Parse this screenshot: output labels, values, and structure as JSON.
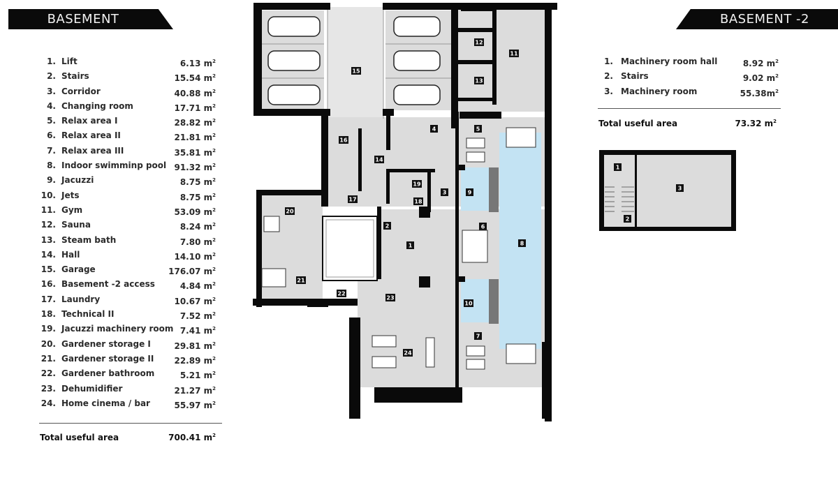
{
  "left_panel": {
    "title": "BASEMENT",
    "rooms": [
      {
        "num": "1.",
        "name": "Lift",
        "area": "6.13 m",
        "unit_sup": "2"
      },
      {
        "num": "2.",
        "name": "Stairs",
        "area": "15.54 m",
        "unit_sup": "2"
      },
      {
        "num": "3.",
        "name": "Corridor",
        "area": "40.88 m",
        "unit_sup": "2"
      },
      {
        "num": "4.",
        "name": "Changing room",
        "area": "17.71 m",
        "unit_sup": "2"
      },
      {
        "num": "5.",
        "name": "Relax area I",
        "area": "28.82 m",
        "unit_sup": "2"
      },
      {
        "num": "6.",
        "name": "Relax area II",
        "area": "21.81 m",
        "unit_sup": "2"
      },
      {
        "num": "7.",
        "name": "Relax area III",
        "area": "35.81 m",
        "unit_sup": "2"
      },
      {
        "num": "8.",
        "name": "Indoor swimminp pool",
        "area": "91.32 m",
        "unit_sup": "2"
      },
      {
        "num": "9.",
        "name": "Jacuzzi",
        "area": "8.75 m",
        "unit_sup": "2"
      },
      {
        "num": "10.",
        "name": "Jets",
        "area": "8.75 m",
        "unit_sup": "2"
      },
      {
        "num": "11.",
        "name": "Gym",
        "area": "53.09 m",
        "unit_sup": "2"
      },
      {
        "num": "12.",
        "name": "Sauna",
        "area": "8.24 m",
        "unit_sup": "2"
      },
      {
        "num": "13.",
        "name": "Steam bath",
        "area": "7.80 m",
        "unit_sup": "2"
      },
      {
        "num": "14.",
        "name": "Hall",
        "area": "14.10 m",
        "unit_sup": "2"
      },
      {
        "num": "15.",
        "name": "Garage",
        "area": "176.07 m",
        "unit_sup": "2"
      },
      {
        "num": "16.",
        "name": "Basement -2 access",
        "area": "4.84 m",
        "unit_sup": "2"
      },
      {
        "num": "17.",
        "name": "Laundry",
        "area": "10.67 m",
        "unit_sup": "2"
      },
      {
        "num": "18.",
        "name": "Technical II",
        "area": "7.52 m",
        "unit_sup": "2"
      },
      {
        "num": "19.",
        "name": "Jacuzzi machinery room",
        "area": "7.41 m",
        "unit_sup": "2"
      },
      {
        "num": "20.",
        "name": "Gardener storage I",
        "area": "29.81 m",
        "unit_sup": "2"
      },
      {
        "num": "21.",
        "name": "Gardener storage II",
        "area": "22.89 m",
        "unit_sup": "2"
      },
      {
        "num": "22.",
        "name": "Gardener bathroom",
        "area": "5.21 m",
        "unit_sup": "2"
      },
      {
        "num": "23.",
        "name": "Dehumidifier",
        "area": "21.27 m",
        "unit_sup": "2"
      },
      {
        "num": "24.",
        "name": "Home cinema / bar",
        "area": "55.97 m",
        "unit_sup": "2"
      }
    ],
    "total_label": "Total useful area",
    "total_area": "700.41 m",
    "total_sup": "2"
  },
  "right_panel": {
    "title": "BASEMENT -2",
    "rooms": [
      {
        "num": "1.",
        "name": "Machinery room hall",
        "area": "8.92 m",
        "unit_sup": "2"
      },
      {
        "num": "2.",
        "name": "Stairs",
        "area": "9.02 m",
        "unit_sup": "2"
      },
      {
        "num": "3.",
        "name": "Machinery room",
        "area": "55.38m",
        "unit_sup": "2"
      }
    ],
    "total_label": "Total useful area",
    "total_area": "73.32 m",
    "total_sup": "2"
  },
  "floor_plan": {
    "colors": {
      "wall": "#0a0a0a",
      "floor": "#dcdcdc",
      "pool": "#c3e3f3",
      "open": "#ffffff",
      "tag": "#111111"
    },
    "room_tags": [
      "1",
      "2",
      "3",
      "4",
      "5",
      "6",
      "7",
      "8",
      "9",
      "10",
      "11",
      "12",
      "13",
      "14",
      "15",
      "16",
      "17",
      "18",
      "19",
      "20",
      "21",
      "22",
      "23",
      "24"
    ]
  },
  "mini_plan": {
    "room_tags": [
      "1",
      "2",
      "3"
    ]
  }
}
